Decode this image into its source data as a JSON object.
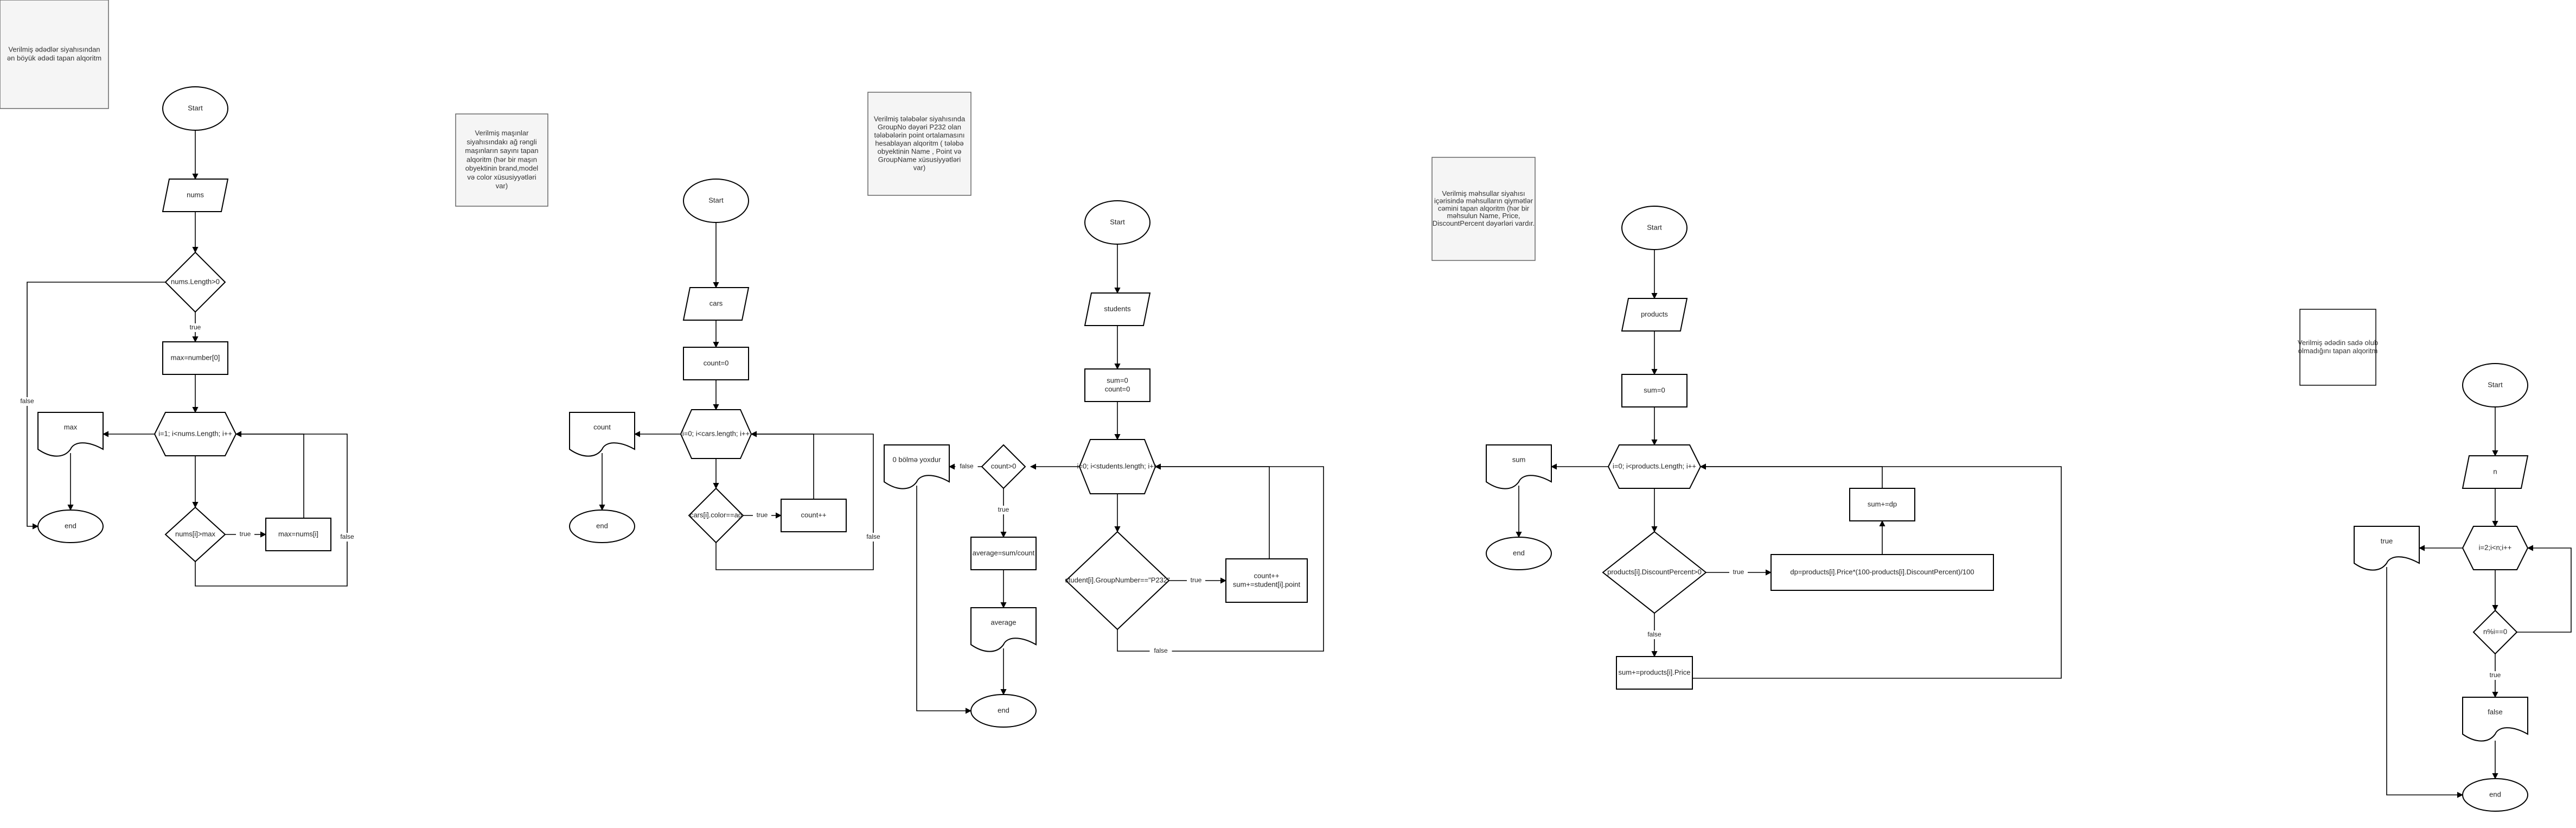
{
  "diagram": {
    "notes": [
      {
        "id": "n1",
        "lines": [
          "Verilmiş ədədlər siyahısından",
          "ən böyük ədədi tapan alqoritm"
        ]
      },
      {
        "id": "n2",
        "lines": [
          "Verilmiş maşınlar",
          "siyahısındakı ağ rəngli",
          "maşınların sayını tapan",
          "alqoritm (hər bir maşın",
          "obyektinin brand,model",
          "və color xüsusiyyətləri",
          "var)"
        ]
      },
      {
        "id": "n3",
        "lines": [
          "Verilmiş tələbələr siyahısında",
          "GroupNo dəyəri P232  olan",
          "tələbələrin point ortalamasını",
          "hesablayan alqoritm ( tələbə",
          "obyektinin Name , Point və",
          "GroupName xüsusiyyətləri",
          "var)"
        ]
      },
      {
        "id": "n4",
        "lines": [
          "Verilmiş məhsullar siyahısı",
          "içərisində məhsulların qiymətlər",
          "cəmini tapan alqoritm (hər bir",
          "məhsulun Name, Price,",
          "DiscountPercent dəyərləri vardır."
        ]
      },
      {
        "id": "n5",
        "lines": [
          "Verilmiş ədədin sadə olub",
          "olmadığını tapan alqoritm"
        ]
      }
    ],
    "nodes": [
      {
        "id": "a_start",
        "type": "terminator",
        "text": "Start"
      },
      {
        "id": "a_nums",
        "type": "io",
        "text": "nums"
      },
      {
        "id": "a_cond1",
        "type": "decision",
        "text": "nums.Length>0"
      },
      {
        "id": "a_init",
        "type": "process",
        "text": "max=number[0]"
      },
      {
        "id": "a_loop",
        "type": "loop",
        "text": "i=1; i<nums.Length; i++"
      },
      {
        "id": "a_out",
        "type": "document",
        "text": "max"
      },
      {
        "id": "a_end",
        "type": "terminator",
        "text": "end"
      },
      {
        "id": "a_cond2",
        "type": "decision",
        "text": "nums[i]>max"
      },
      {
        "id": "a_set",
        "type": "process",
        "text": "max=nums[i]"
      },
      {
        "id": "b_start",
        "type": "terminator",
        "text": "Start"
      },
      {
        "id": "b_cars",
        "type": "io",
        "text": "cars"
      },
      {
        "id": "b_init",
        "type": "process",
        "text": "count=0"
      },
      {
        "id": "b_loop",
        "type": "loop",
        "text": "i=0; i<cars.length; i++"
      },
      {
        "id": "b_out",
        "type": "document",
        "text": "count"
      },
      {
        "id": "b_end",
        "type": "terminator",
        "text": "end"
      },
      {
        "id": "b_cond",
        "type": "decision",
        "text": "cars[i].color==ağ"
      },
      {
        "id": "b_inc",
        "type": "process",
        "text": "count++"
      },
      {
        "id": "c_start",
        "type": "terminator",
        "text": "Start"
      },
      {
        "id": "c_students",
        "type": "io",
        "text": "students"
      },
      {
        "id": "c_init",
        "type": "process",
        "text": [
          "sum=0",
          "count=0"
        ]
      },
      {
        "id": "c_loop",
        "type": "loop",
        "text": "i=0; i<students.length; i++"
      },
      {
        "id": "c_cond",
        "type": "decision",
        "text": "student[i].GroupNumber==\"P232\""
      },
      {
        "id": "c_acc",
        "type": "process",
        "text": [
          "count++",
          "sum+=student[i].point"
        ]
      },
      {
        "id": "c_cond0",
        "type": "decision",
        "text": "count>0"
      },
      {
        "id": "c_err",
        "type": "document",
        "text": "0 bölmə yoxdur"
      },
      {
        "id": "c_avg",
        "type": "process",
        "text": "average=sum/count"
      },
      {
        "id": "c_out",
        "type": "document",
        "text": "average"
      },
      {
        "id": "c_end",
        "type": "terminator",
        "text": "end"
      },
      {
        "id": "d_start",
        "type": "terminator",
        "text": "Start"
      },
      {
        "id": "d_products",
        "type": "io",
        "text": "products"
      },
      {
        "id": "d_init",
        "type": "process",
        "text": "sum=0"
      },
      {
        "id": "d_loop",
        "type": "loop",
        "text": "i=0; i<products.Length; i++"
      },
      {
        "id": "d_out",
        "type": "document",
        "text": "sum"
      },
      {
        "id": "d_end",
        "type": "terminator",
        "text": "end"
      },
      {
        "id": "d_cond",
        "type": "decision",
        "text": "products[i].DiscountPercent>0"
      },
      {
        "id": "d_dp",
        "type": "process",
        "text": "dp=products[i].Price*(100-products[i].DiscountPercent)/100"
      },
      {
        "id": "d_sum1",
        "type": "process",
        "text": "sum+=dp"
      },
      {
        "id": "d_sum2",
        "type": "process",
        "text": "sum+=products[i].Price"
      },
      {
        "id": "e_start",
        "type": "terminator",
        "text": "Start"
      },
      {
        "id": "e_n",
        "type": "io",
        "text": "n"
      },
      {
        "id": "e_loop",
        "type": "loop",
        "text": "i=2;i<n;i++"
      },
      {
        "id": "e_out_true",
        "type": "document",
        "text": "true"
      },
      {
        "id": "e_cond",
        "type": "decision",
        "text": "n%i==0"
      },
      {
        "id": "e_out_false",
        "type": "document",
        "text": "false"
      },
      {
        "id": "e_end",
        "type": "terminator",
        "text": "end"
      }
    ],
    "edge_labels": {
      "true": "true",
      "false": "false"
    }
  }
}
